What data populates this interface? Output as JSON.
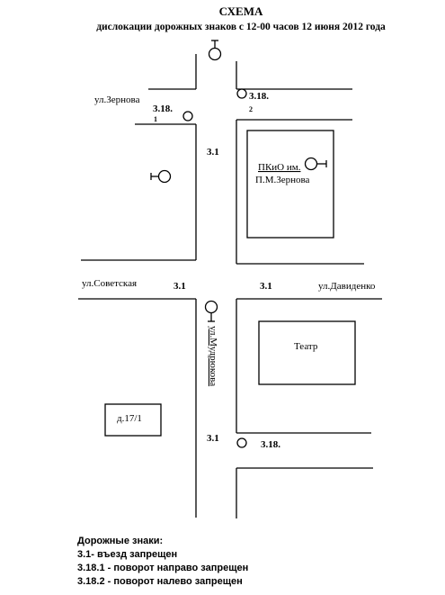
{
  "title": "СХЕМА",
  "subtitle": "дислокации  дорожных знаков с 12-00 часов 12 июня 2012 года",
  "streets": {
    "zernova": "ул.Зернова",
    "sovetskaya": "ул.Советская",
    "davidenko": "ул.Давиденко",
    "mudryukova": "ул.Мудрюкова"
  },
  "buildings": {
    "park_line1": "ПКиО им.",
    "park_line2": "П.М.Зернова",
    "theatre": "Театр",
    "house": "д.17/1"
  },
  "signs": {
    "s318_top_right": "3.18.",
    "s318_top_left": "3.18.",
    "s318_top_right_sub": "2",
    "s318_top_left_sub": "1",
    "s31_upper": "3.1",
    "s31_mid_left": "3.1",
    "s31_mid_right": "3.1",
    "s31_lower": "3.1",
    "s318_lower": "3.18."
  },
  "legend": {
    "header": "Дорожные знаки:",
    "line1": "3.1- въезд запрещен",
    "line2": "3.18.1 - поворот направо запрещен",
    "line3": "3.18.2 - поворот налево запрещен"
  }
}
